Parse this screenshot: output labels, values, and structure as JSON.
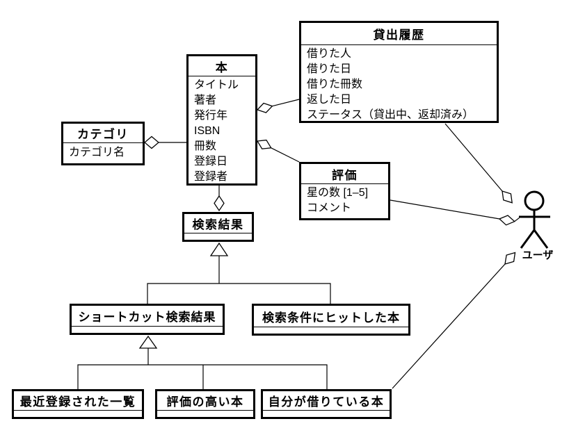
{
  "diagram": {
    "background": "#ffffff",
    "stroke_color": "#000000",
    "type": "uml-class-diagram"
  },
  "classes": [
    {
      "id": "lending-history",
      "title": "貸出履歴",
      "attributes": [
        "借りた人",
        "借りた日",
        "借りた冊数",
        "返した日",
        "ステータス（貸出中、返却済み）"
      ]
    },
    {
      "id": "book",
      "title": "本",
      "attributes": [
        "タイトル",
        "著者",
        "発行年",
        "ISBN",
        "冊数",
        "登録日",
        "登録者"
      ]
    },
    {
      "id": "category",
      "title": "カテゴリ",
      "attributes": [
        "カテゴリ名"
      ]
    },
    {
      "id": "rating",
      "title": "評価",
      "attributes": [
        "星の数 [1–5]",
        "コメント"
      ]
    },
    {
      "id": "search-result",
      "title": "検索結果",
      "attributes": []
    },
    {
      "id": "shortcut-search-result",
      "title": "ショートカット検索結果",
      "attributes": []
    },
    {
      "id": "search-hit-books",
      "title": "検索条件にヒットした本",
      "attributes": []
    },
    {
      "id": "recently-registered-list",
      "title": "最近登録された一覧",
      "attributes": []
    },
    {
      "id": "highly-rated-books",
      "title": "評価の高い本",
      "attributes": []
    },
    {
      "id": "my-borrowed-books",
      "title": "自分が借りている本",
      "attributes": []
    }
  ],
  "actor": {
    "label": "ユーザ"
  }
}
